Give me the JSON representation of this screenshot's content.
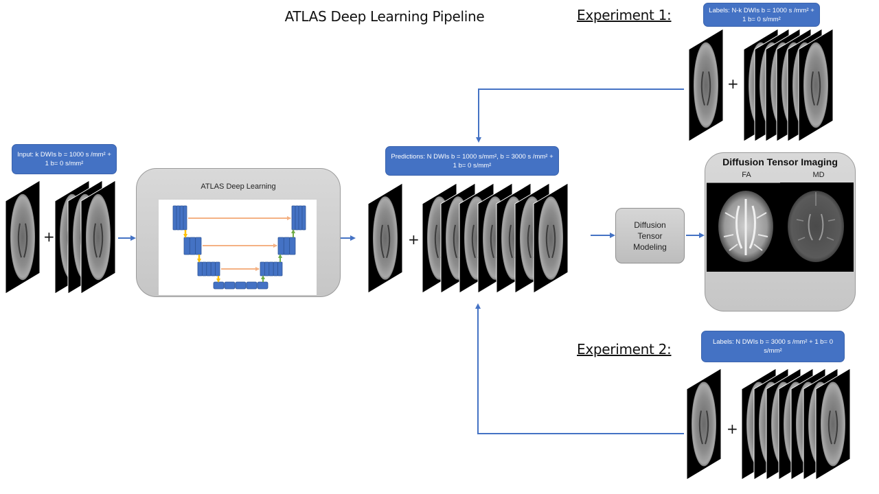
{
  "title": "ATLAS Deep Learning Pipeline",
  "experiment1": {
    "heading": "Experiment 1:",
    "label_box": "Labels: N-k DWIs b = 1000 s /mm² + 1 b= 0 s/mm²",
    "extra_slices": 6
  },
  "experiment2": {
    "heading": "Experiment 2:",
    "label_box": "Labels: N DWIs b = 3000 s /mm² + 1 b= 0 s/mm²",
    "extra_slices": 7
  },
  "input": {
    "label_box": "Input: k DWIs b = 1000 s /mm² + 1 b= 0 s/mm²",
    "extra_slices": 3
  },
  "model": {
    "label": "ATLAS  Deep Learning",
    "architecture": "U-Net"
  },
  "predictions": {
    "label_box": "Predictions: N DWIs b = 1000 s/mm², b = 3000 s /mm² + 1 b= 0 s/mm²",
    "extra_slices": 7
  },
  "plus_sign": "+",
  "dtm": {
    "label_line1": "Diffusion",
    "label_line2": "Tensor",
    "label_line3": "Modeling"
  },
  "dti": {
    "title": "Diffusion Tensor Imaging",
    "maps": [
      "FA",
      "MD"
    ]
  },
  "colors": {
    "accent_blue": "#4472c4",
    "arrow_blue": "#4472c4",
    "skip_orange": "#f4b183",
    "down_yellow": "#ffc000",
    "up_green": "#70ad47"
  }
}
